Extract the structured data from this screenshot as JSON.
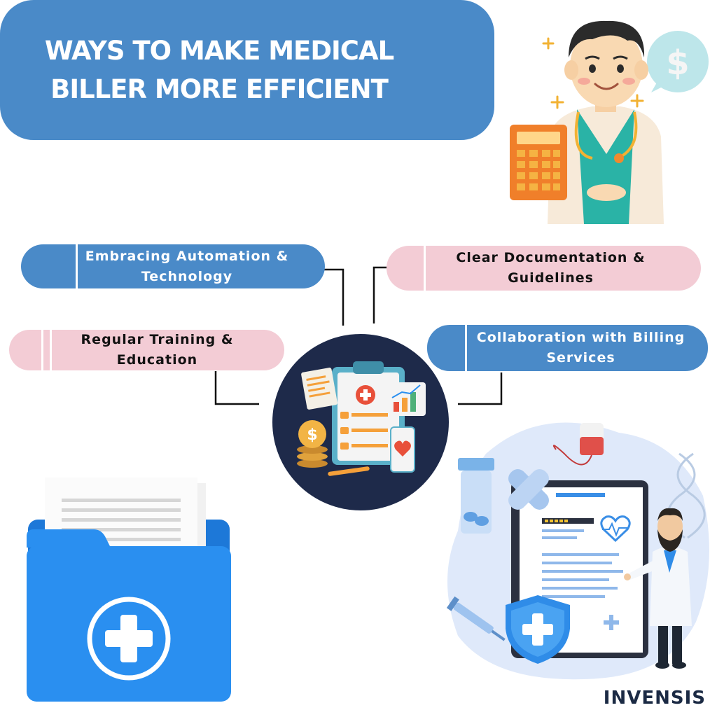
{
  "title": {
    "line1": "WAYS TO MAKE MEDICAL",
    "line2": "BILLER MORE EFFICIENT"
  },
  "items": [
    {
      "line1": "Embracing Automation &",
      "line2": "Technology",
      "color": "#4a8ac8"
    },
    {
      "line1": "Clear Documentation &",
      "line2": "Guidelines",
      "color": "#f3ccd5"
    },
    {
      "line1": "Regular Training &",
      "line2": "Education",
      "color": "#f3ccd5"
    },
    {
      "line1": "Collaboration with Billing",
      "line2": "Services",
      "color": "#4a8ac8"
    }
  ],
  "brand": "INVENSIS",
  "colors": {
    "title_bg": "#4a8ac8",
    "pill_blue": "#4a8ac8",
    "pill_pink": "#f3ccd5",
    "hub_bg": "#1e2a4a",
    "folder_blue": "#2a8ff0"
  },
  "icons": [
    "doctor-illustration",
    "calculator-icon",
    "dollar-bubble-icon",
    "clipboard-hub-icon",
    "coins-icon",
    "heart-phone-icon",
    "medical-folder-icon",
    "doctor-report-illustration",
    "shield-cross-icon"
  ]
}
